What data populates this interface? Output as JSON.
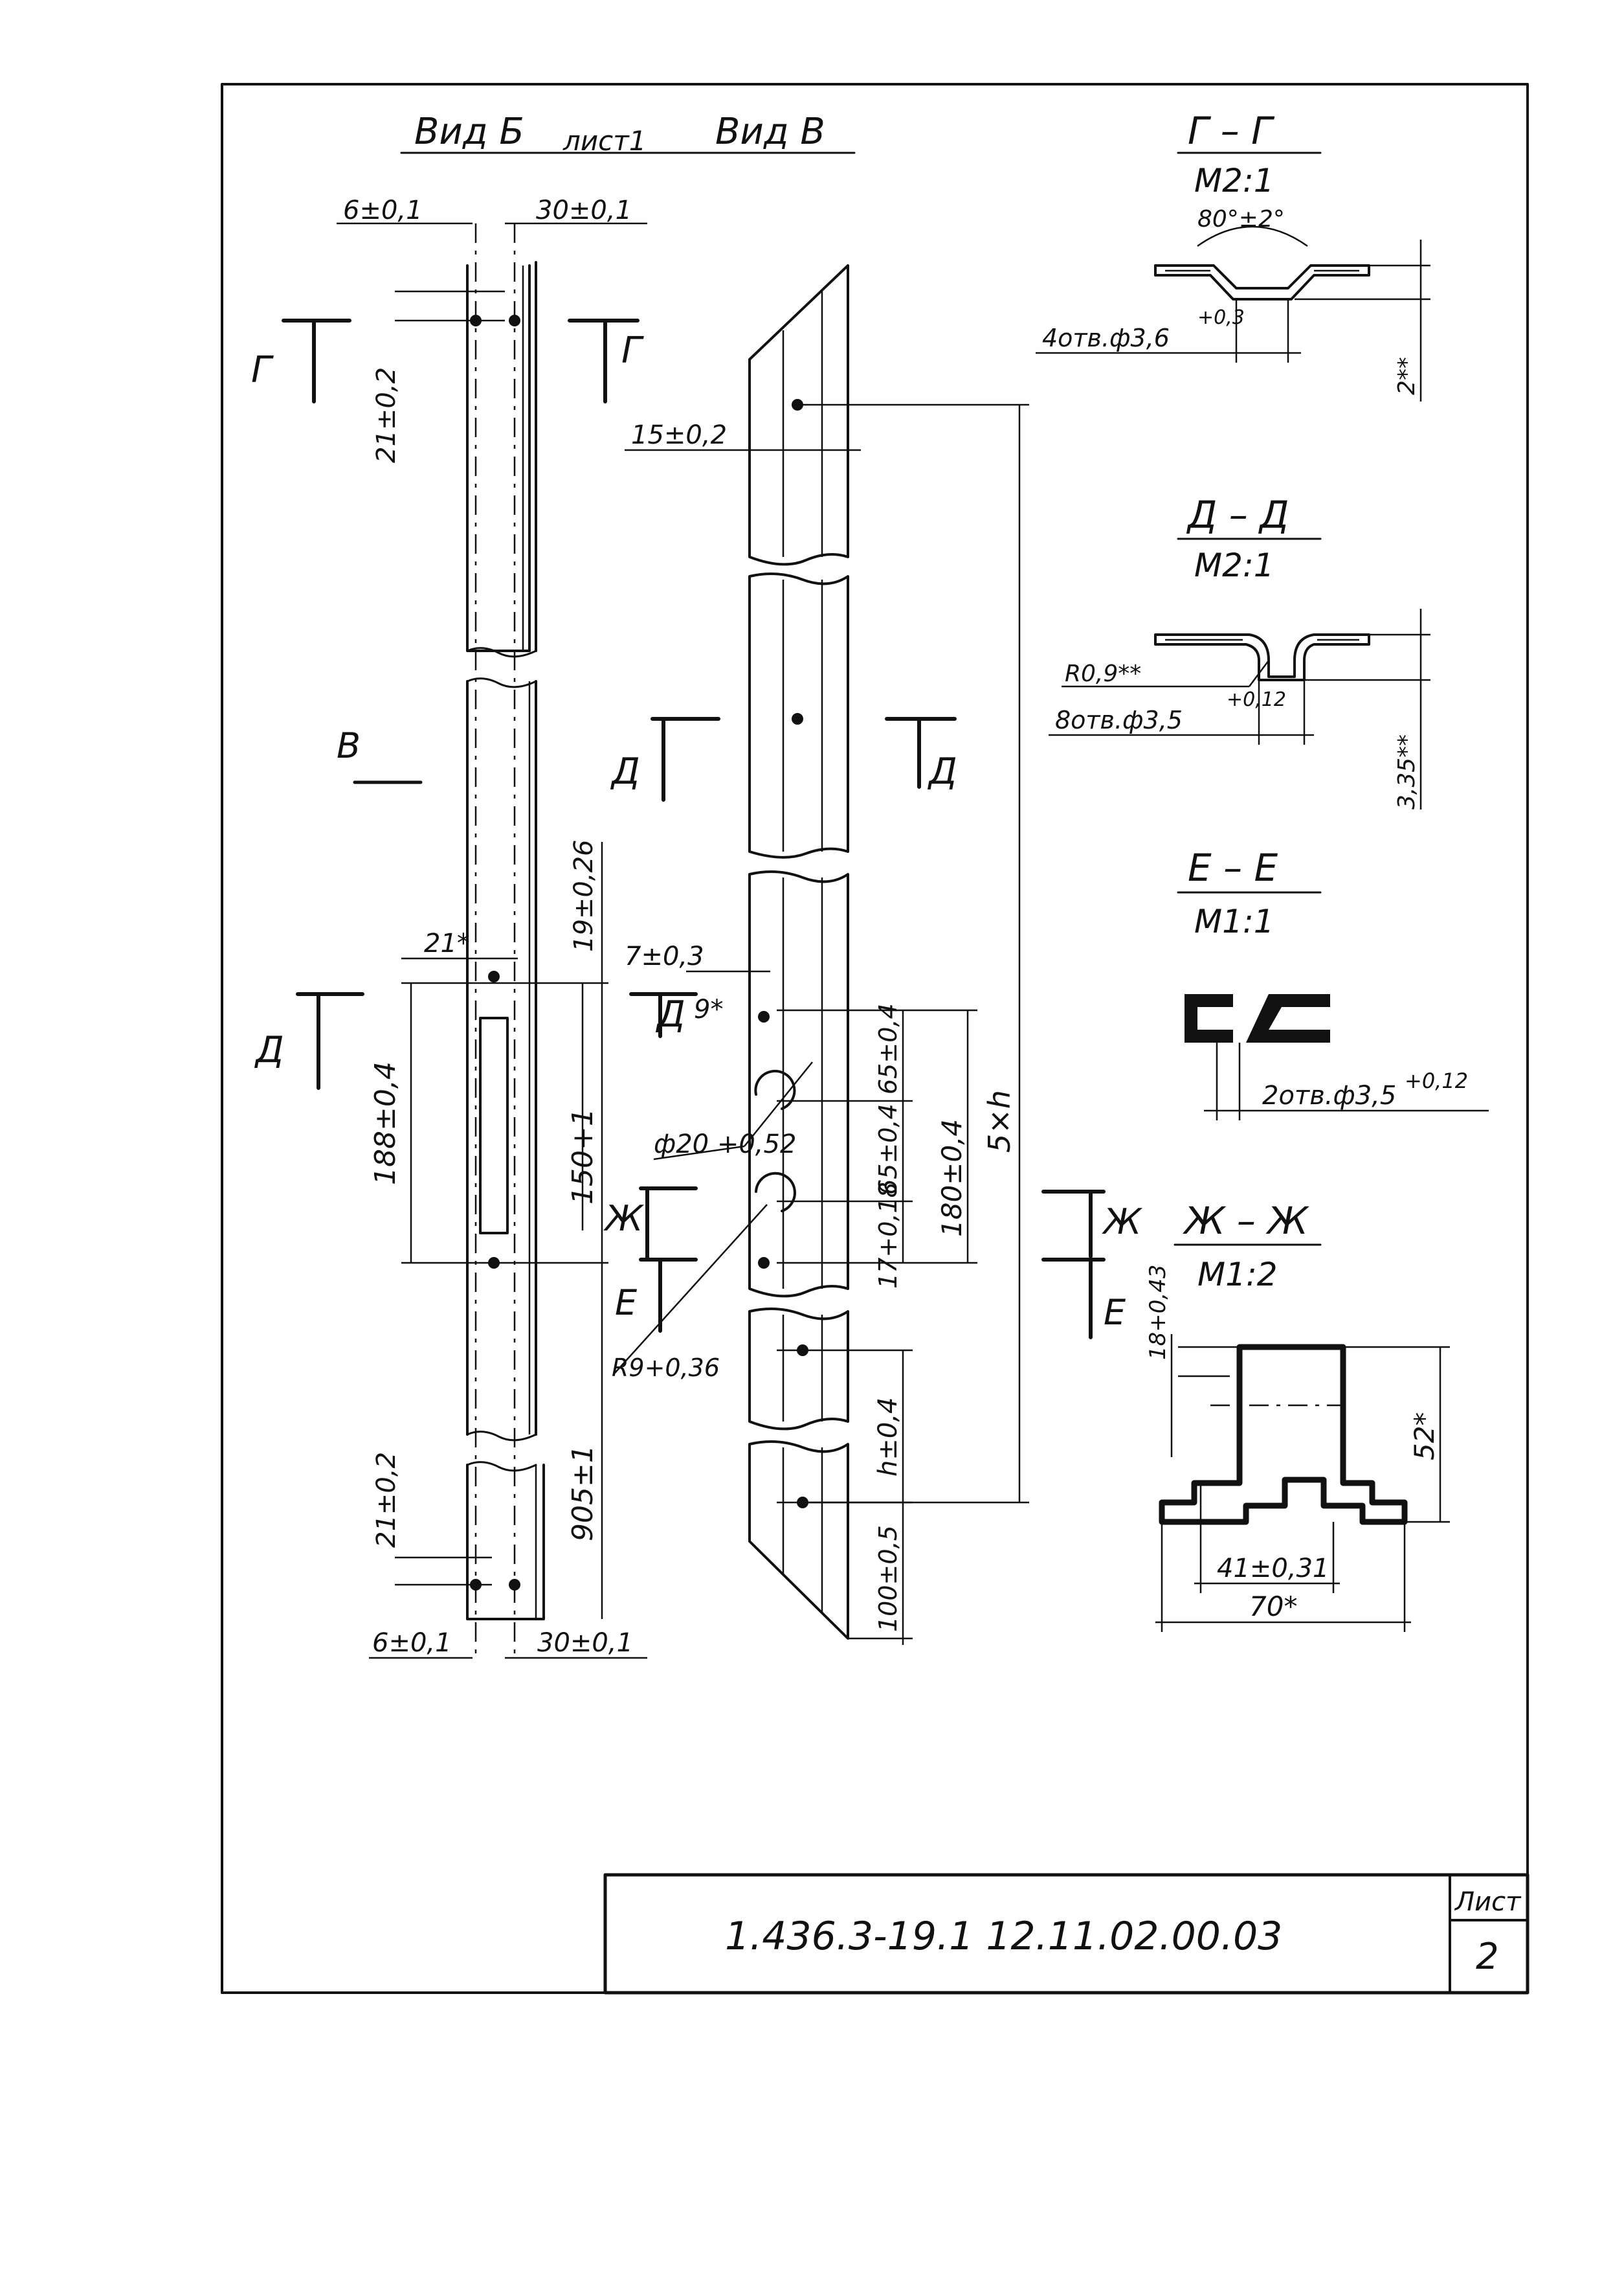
{
  "views": {
    "view_b": "Вид Б",
    "sheet_ref": "лист1",
    "view_v": "Вид В",
    "v_arrow_letter": "В"
  },
  "sections": {
    "g": {
      "letter": "Г",
      "title": "Г – Г",
      "scale": "М2:1",
      "angle": "80°±2°",
      "holes": "4отв.ф3,6",
      "holes_tol": "+0,3",
      "depth": "2**"
    },
    "d": {
      "letter": "Д",
      "title": "Д – Д",
      "scale": "М2:1",
      "radius": "R0,9**",
      "holes": "8отв.ф3,5",
      "holes_tol": "+0,12",
      "depth": "3,35**"
    },
    "e": {
      "letter": "Е",
      "title": "Е – Е",
      "scale": "М1:1",
      "holes": "2отв.ф3,5",
      "holes_tol": "+0,12"
    },
    "zh": {
      "letter": "Ж",
      "title": "Ж – Ж",
      "scale": "М1:2",
      "h_top": "18+0,43",
      "height": "52*",
      "width_inner": "41±0,31",
      "width": "70*"
    }
  },
  "dimensions": {
    "top_6": "6±0,1",
    "top_30": "30±0,1",
    "top_21": "21±0,2",
    "mid_21": "21*",
    "mid_19": "19±0,26",
    "len_188": "188±0,4",
    "len_150": "150+1",
    "len_905": "905±1",
    "bot_21": "21±0,2",
    "bot_6": "6±0,1",
    "bot_30": "30±0,1",
    "v_15": "15±0,2",
    "v_7": "7±0,3",
    "v_9": "9*",
    "v_d20": "ф20 +0,52",
    "v_r9": "R9+0,36",
    "v_65a": "65±0,4",
    "v_65b": "65±0,4",
    "v_180": "180±0,4",
    "v_17": "17+0,18",
    "v_5h": "5×h",
    "v_h": "h±0,4",
    "v_100": "100±0,5"
  },
  "title_block": {
    "code": "1.436.3-19.1  12.11.02.00.03",
    "sheet_label": "Лист",
    "sheet_number": "2"
  }
}
